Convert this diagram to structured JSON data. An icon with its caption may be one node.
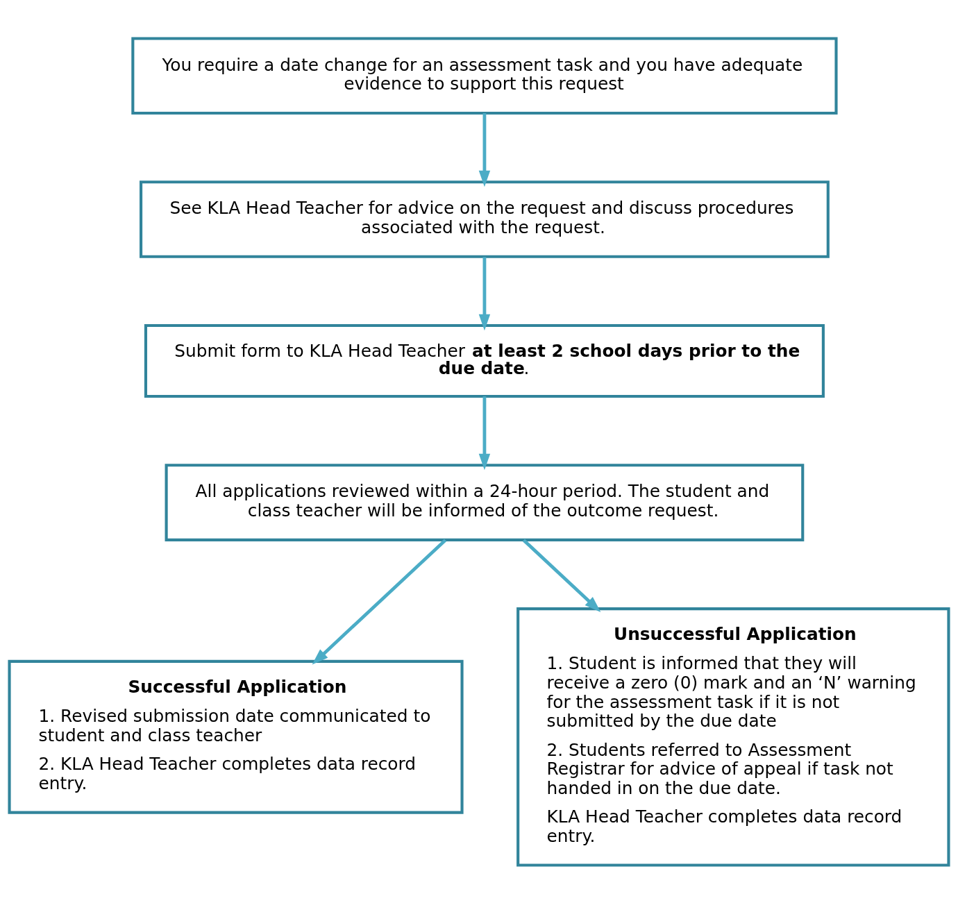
{
  "diagram": {
    "nodes": [
      {
        "text": [
          "You require a date change for an assessment task and you have adequate evidence to support this request"
        ]
      },
      {
        "text": [
          "See KLA Head Teacher for advice on the request and discuss procedures associated with the request."
        ]
      },
      {
        "text": [
          "Submit form to KLA Head Teacher **at least 2 school days prior to the due date**."
        ]
      },
      {
        "text": [
          "All applications reviewed within a 24-hour period. The student and class teacher will be informed of the outcome request."
        ]
      },
      {
        "text": [
          "Successful Application",
          "1. Revised submission date communicated to student and class teacher",
          "2. KLA Head Teacher completes data record entry."
        ]
      },
      {
        "text": [
          "Unsuccessful Application",
          "1. Student is informed that they will receive a zero (0) mark and an ‘N’ warning for the assessment task if it is not submitted by the due date",
          "2. Students referred to Assessment Registrar for advice of appeal if task not handed in on the due date.",
          "KLA Head Teacher completes data record entry."
        ]
      }
    ],
    "edges": [
      {
        "from": 0,
        "to": 1,
        "arrow": "to"
      },
      {
        "from": 1,
        "to": 2,
        "arrow": "to"
      },
      {
        "from": 2,
        "to": 3,
        "arrow": "to"
      },
      {
        "from": 3,
        "to": 4,
        "arrow": "to"
      },
      {
        "from": 3,
        "to": 5,
        "arrow": "to"
      }
    ]
  }
}
